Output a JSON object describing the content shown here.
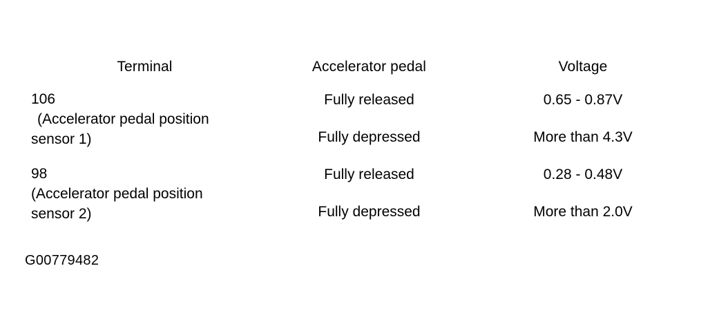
{
  "document": {
    "caption": "G00779482"
  },
  "table": {
    "headers": {
      "terminal": "Terminal",
      "pedal": "Accelerator pedal",
      "voltage": "Voltage"
    },
    "rows": [
      {
        "terminal_number": "106",
        "terminal_desc_line1": "(Accelerator pedal position",
        "terminal_desc_line2": "sensor 1)",
        "conditions": [
          {
            "pedal": "Fully released",
            "voltage": "0.65 - 0.87V"
          },
          {
            "pedal": "Fully depressed",
            "voltage": "More than 4.3V"
          }
        ]
      },
      {
        "terminal_number": "98",
        "terminal_desc_line1": "(Accelerator pedal position",
        "terminal_desc_line2": "sensor 2)",
        "conditions": [
          {
            "pedal": "Fully released",
            "voltage": "0.28 - 0.48V"
          },
          {
            "pedal": "Fully depressed",
            "voltage": "More than 2.0V"
          }
        ]
      }
    ]
  },
  "colors": {
    "background": "#ffffff",
    "text": "#000000",
    "rule": "#000000"
  }
}
